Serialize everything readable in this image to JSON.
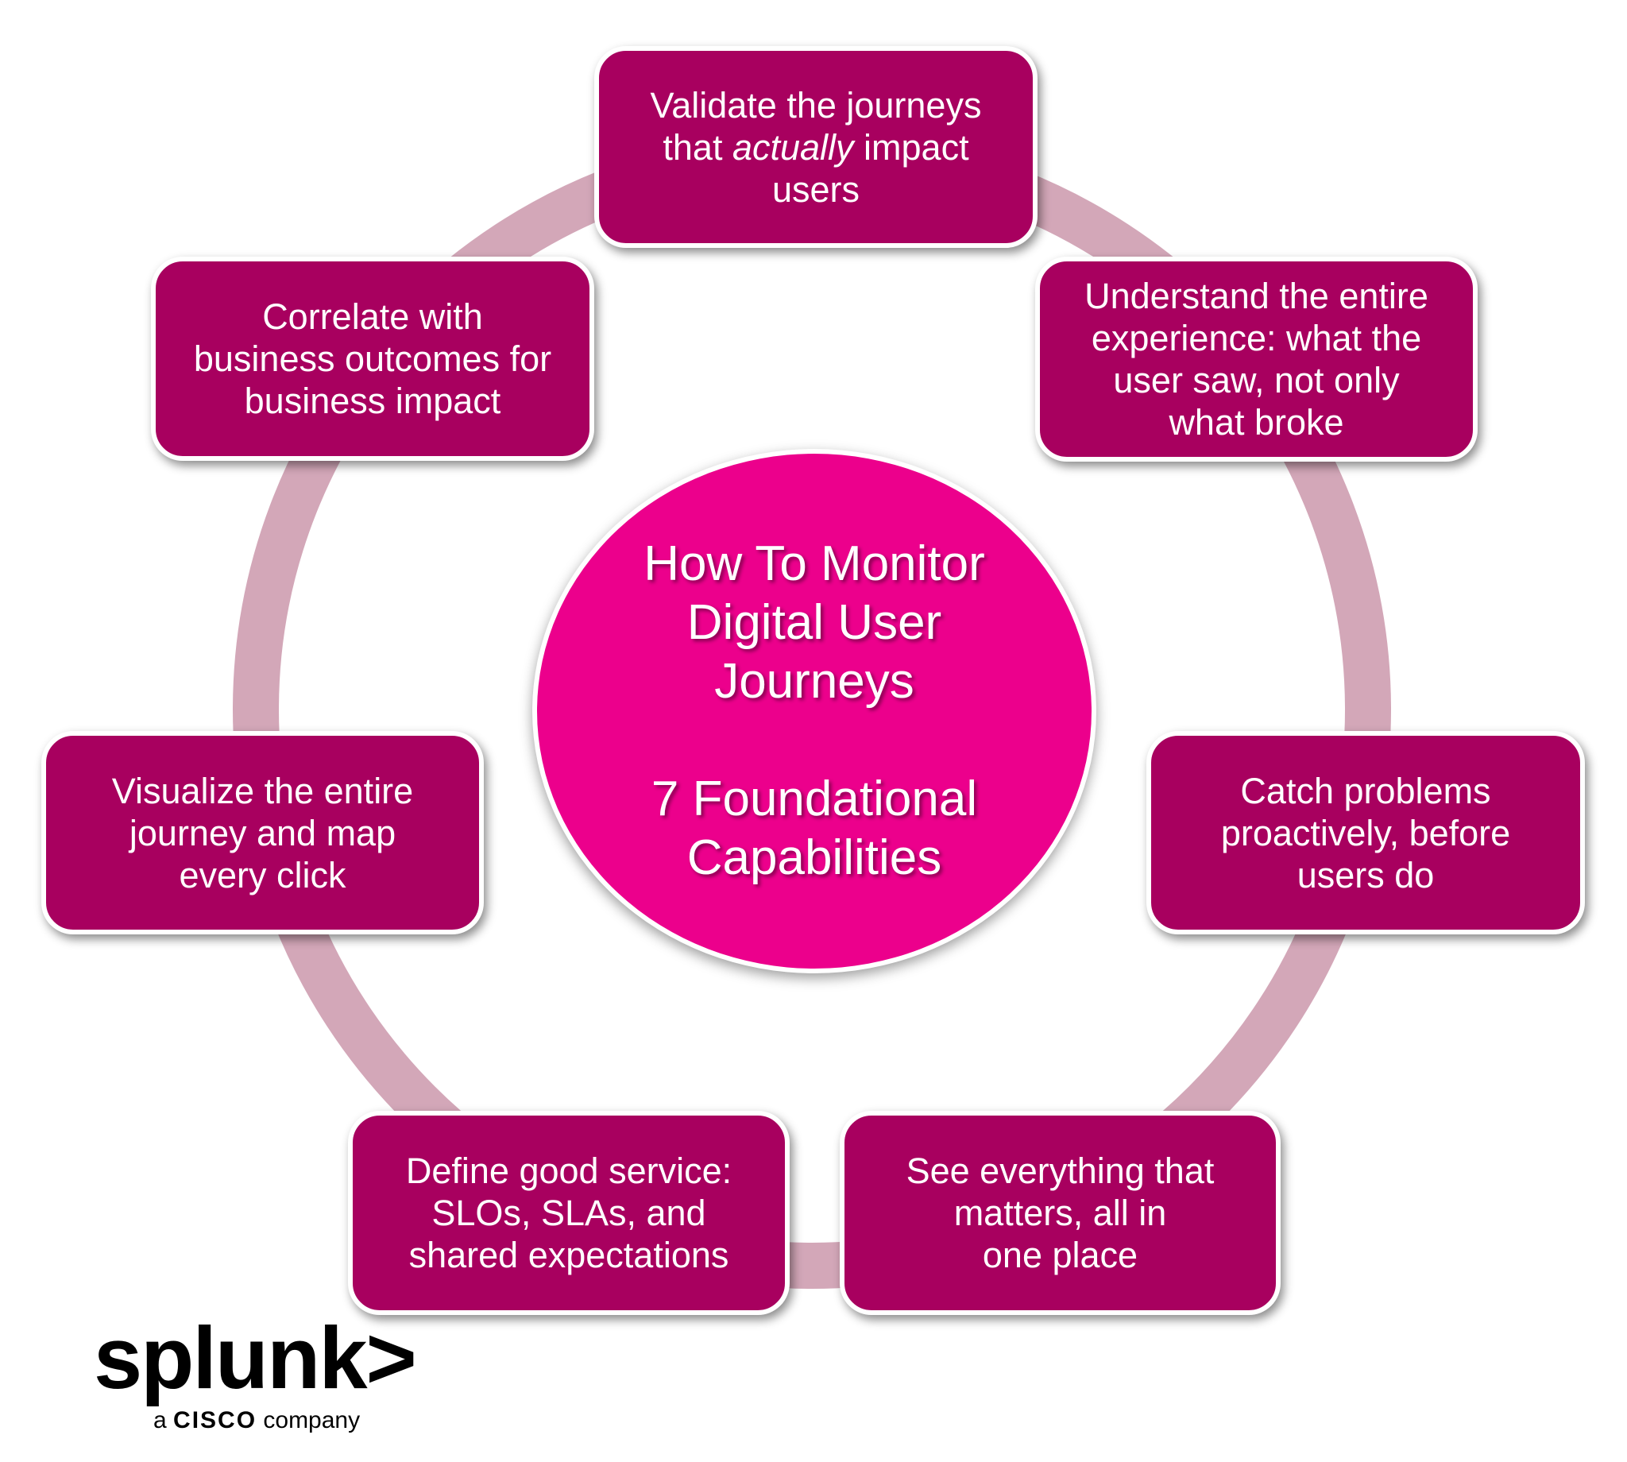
{
  "colors": {
    "ring": "#d3a7b8",
    "center": "#ec008c",
    "box": "#a8005f",
    "text": "#ffffff"
  },
  "center": {
    "title_line1": "How To Monitor",
    "title_line2": "Digital User",
    "title_line3": "Journeys",
    "subtitle_line1": "7 Foundational",
    "subtitle_line2": "Capabilities"
  },
  "capabilities": {
    "validate": {
      "l1": "Validate the journeys",
      "l2a": "that ",
      "l2b": "actually",
      "l2c": " impact",
      "l3": "users"
    },
    "understand": {
      "l1": "Understand the entire",
      "l2": "experience: what the",
      "l3": "user saw, not only",
      "l4": "what broke"
    },
    "catch": {
      "l1": "Catch problems",
      "l2": "proactively, before",
      "l3": "users do"
    },
    "see": {
      "l1": "See everything that",
      "l2": "matters, all in",
      "l3": "one place"
    },
    "define": {
      "l1": "Define good service:",
      "l2": "SLOs, SLAs, and",
      "l3": "shared expectations"
    },
    "visualize": {
      "l1": "Visualize the entire",
      "l2": "journey and map",
      "l3": "every click"
    },
    "correlate": {
      "l1": "Correlate with",
      "l2": "business outcomes for",
      "l3": "business impact"
    }
  },
  "logo": {
    "wordmark": "splunk>",
    "tag_prefix": "a ",
    "tag_brand": "CISCO",
    "tag_suffix": " company"
  }
}
